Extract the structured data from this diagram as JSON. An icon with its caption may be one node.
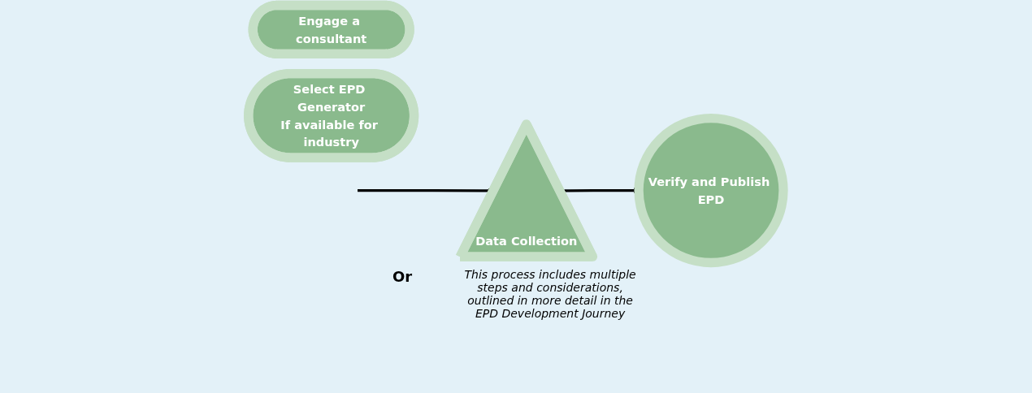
{
  "diagram": {
    "nodes": [
      {
        "text": [
          "Engage a consultant"
        ]
      },
      {
        "text": [
          "Select EPD Generator",
          "If available for industry"
        ]
      },
      {
        "text": [
          "Data Collection"
        ],
        "beside": [
          "This process includes multiple steps and considerations, outlined in more detail in the EPD Development Journey"
        ]
      },
      {
        "text": [
          "Verify and Publish EPD"
        ]
      }
    ],
    "edges": [
      {
        "from": null,
        "to": 2,
        "arrow": "to"
      },
      {
        "from": 2,
        "to": 3,
        "arrow": "to"
      }
    ],
    "labels": [
      "Or"
    ]
  }
}
